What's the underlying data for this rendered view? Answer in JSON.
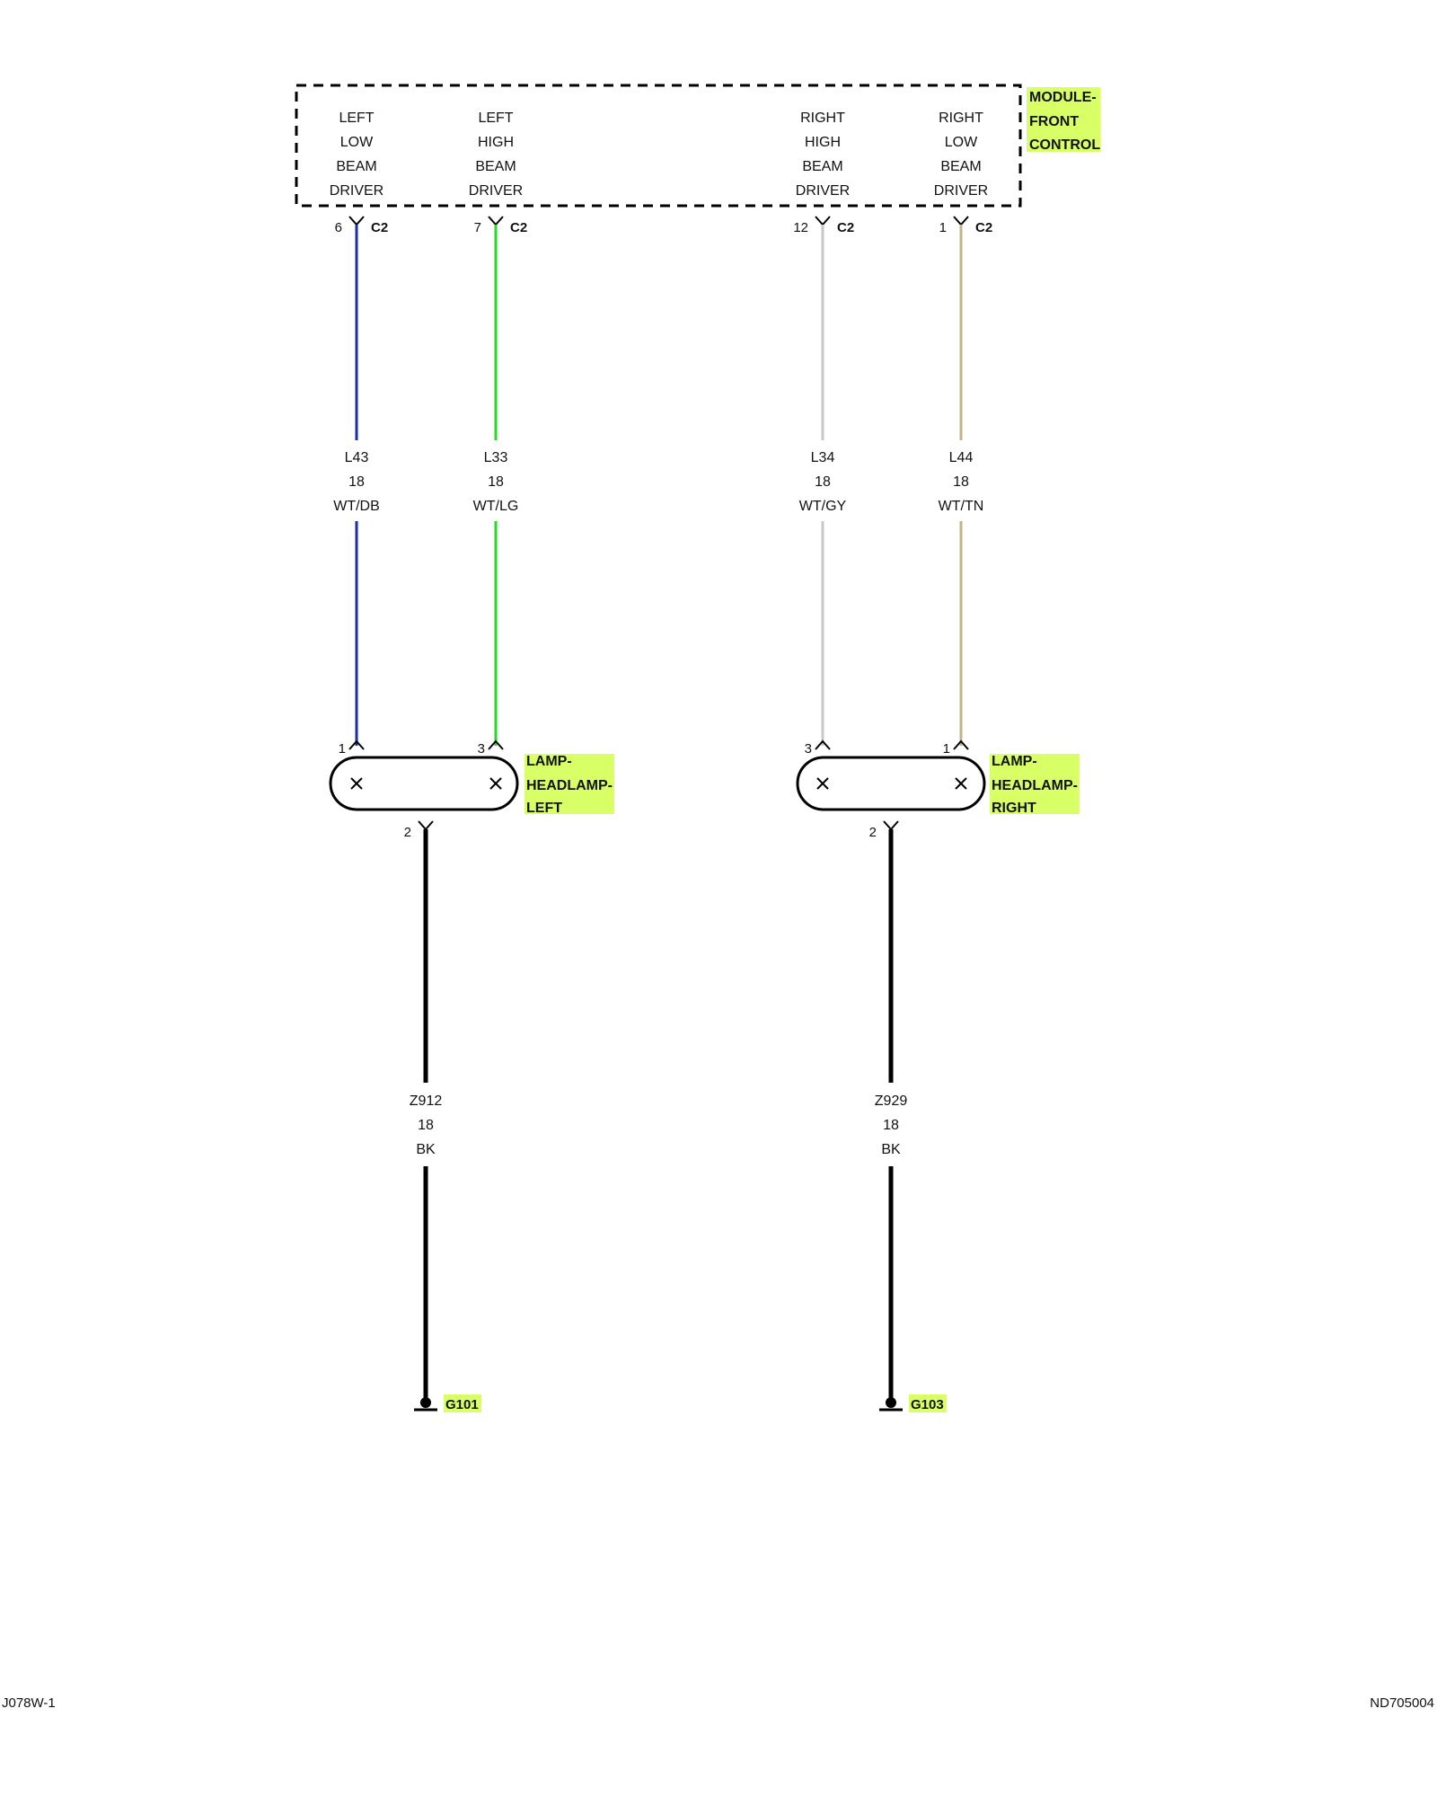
{
  "module": {
    "name_lines": [
      "MODULE-",
      "FRONT",
      "CONTROL"
    ],
    "highlight_color": "#d9ff66",
    "drivers": [
      {
        "lines": [
          "LEFT",
          "LOW",
          "BEAM",
          "DRIVER"
        ]
      },
      {
        "lines": [
          "LEFT",
          "HIGH",
          "BEAM",
          "DRIVER"
        ]
      },
      {
        "lines": [
          "RIGHT",
          "HIGH",
          "BEAM",
          "DRIVER"
        ]
      },
      {
        "lines": [
          "RIGHT",
          "LOW",
          "BEAM",
          "DRIVER"
        ]
      }
    ]
  },
  "wires": [
    {
      "top_pin": "6",
      "connector": "C2",
      "circuit": "L43",
      "gauge": "18",
      "color_code": "WT/DB",
      "wire_color": "#1a2fa8",
      "bottom_pin": "1"
    },
    {
      "top_pin": "7",
      "connector": "C2",
      "circuit": "L33",
      "gauge": "18",
      "color_code": "WT/LG",
      "wire_color": "#22dd22",
      "bottom_pin": "3"
    },
    {
      "top_pin": "12",
      "connector": "C2",
      "circuit": "L34",
      "gauge": "18",
      "color_code": "WT/GY",
      "wire_color": "#c8c8c8",
      "bottom_pin": "3"
    },
    {
      "top_pin": "1",
      "connector": "C2",
      "circuit": "L44",
      "gauge": "18",
      "color_code": "WT/TN",
      "wire_color": "#c2b38a",
      "bottom_pin": "1"
    }
  ],
  "lamps": [
    {
      "name_lines": [
        "LAMP-",
        "HEADLAMP-",
        "LEFT"
      ],
      "ground_pin": "2",
      "ground_circuit": "Z912",
      "ground_gauge": "18",
      "ground_color": "BK",
      "ground": "G101"
    },
    {
      "name_lines": [
        "LAMP-",
        "HEADLAMP-",
        "RIGHT"
      ],
      "ground_pin": "2",
      "ground_circuit": "Z929",
      "ground_gauge": "18",
      "ground_color": "BK",
      "ground": "G103"
    }
  ],
  "footer": {
    "left": "J078W-1",
    "right": "ND705004"
  }
}
